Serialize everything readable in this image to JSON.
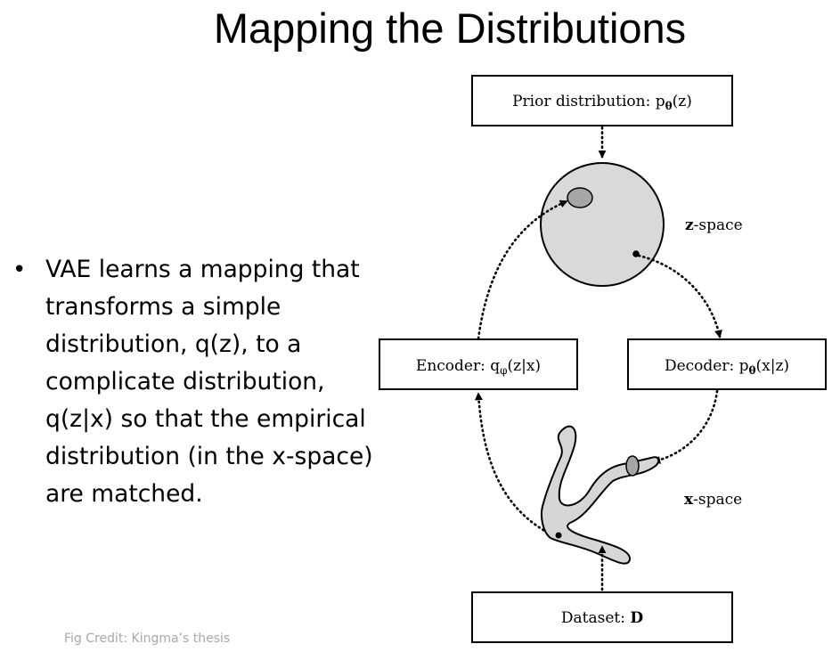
{
  "slide": {
    "title": "Mapping the Distributions",
    "bullet_marker": "•",
    "bullet_lines": [
      "VAE learns a mapping that",
      "transforms a simple",
      "distribution, q(z), to a",
      "complicate distribution,",
      "q(z|x) so that the empirical",
      "distribution (in the x-space)",
      "are matched."
    ],
    "credit": "Fig Credit: Kingma’s thesis"
  },
  "diagram": {
    "prior_label": "Prior distribution: p",
    "prior_sub": "θ",
    "prior_arg": "(z)",
    "z_space_bold": "z",
    "z_space_rest": "-space",
    "x_space_bold": "x",
    "x_space_rest": "-space",
    "encoder_label": "Encoder: q",
    "encoder_sub": "φ",
    "encoder_arg": "(z|x)",
    "decoder_label": "Decoder: p",
    "decoder_sub": "θ",
    "decoder_arg": "(x|z)",
    "dataset_label": "Dataset: ",
    "dataset_bold": "D",
    "colors": {
      "circle_fill": "#d9d9d9",
      "blob_fill": "#a6a6a6",
      "manifold_fill": "#d6d6d6",
      "credit_text": "#a8a8a8"
    }
  }
}
